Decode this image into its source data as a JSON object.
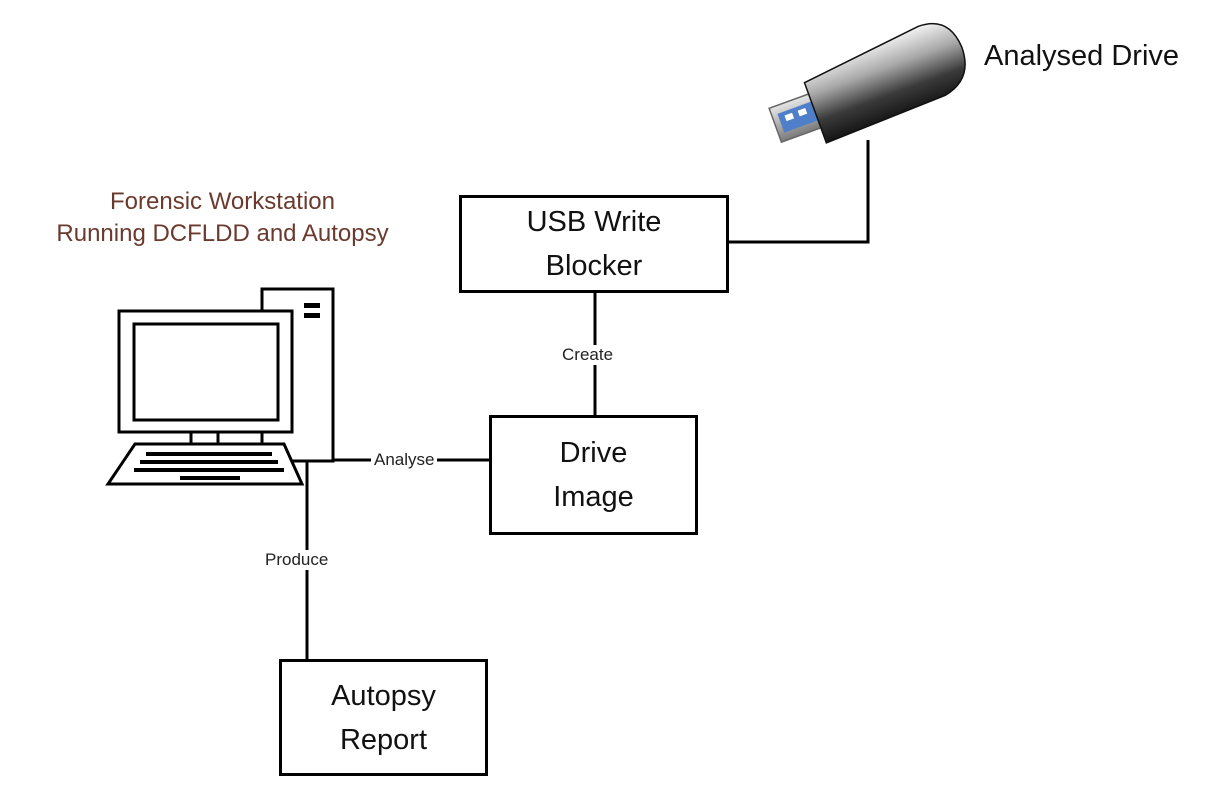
{
  "colors": {
    "workstation_label": "#6b3a2e",
    "line": "#000000",
    "usb_body_dark": "#2a2a2a",
    "usb_body_light": "#d8d8d8",
    "usb_connector_blue": "#4f7fc9"
  },
  "nodes": {
    "analysed_drive": {
      "label": "Analysed Drive",
      "icon": "usb-drive-icon"
    },
    "workstation": {
      "label_line1": "Forensic Workstation",
      "label_line2": "Running DCFLDD and Autopsy",
      "icon": "computer-workstation-icon"
    },
    "write_blocker": {
      "line1": "USB Write",
      "line2": "Blocker"
    },
    "drive_image": {
      "line1": "Drive",
      "line2": "Image"
    },
    "autopsy_report": {
      "line1": "Autopsy",
      "line2": "Report"
    }
  },
  "edges": {
    "create": "Create",
    "analyse": "Analyse",
    "produce": "Produce"
  }
}
